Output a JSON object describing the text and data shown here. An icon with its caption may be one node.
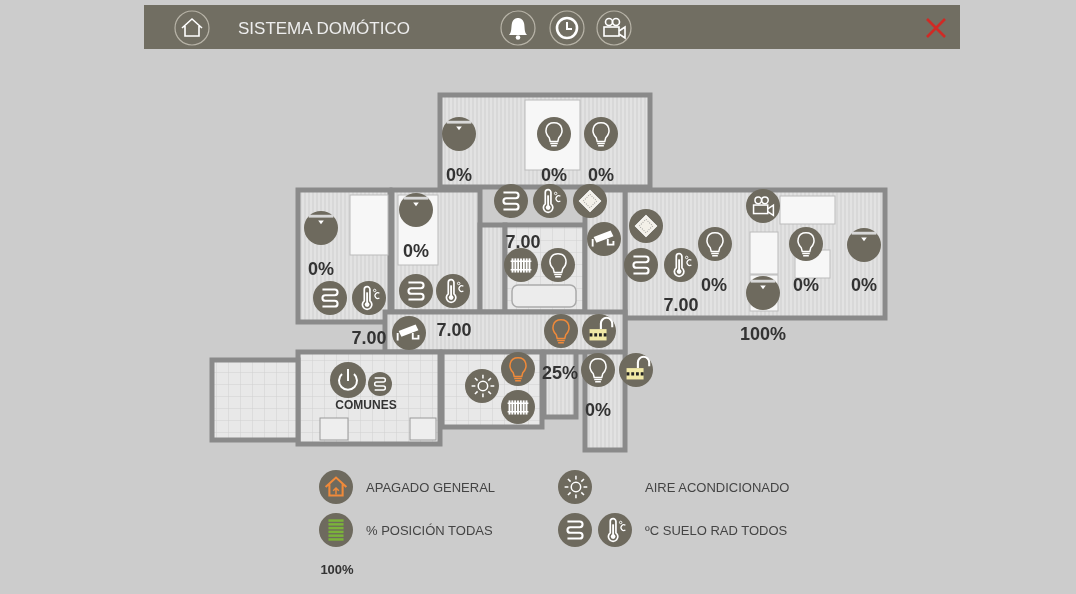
{
  "diagram": {
    "title": "SISTEMA DOMÓTICO",
    "labels": [
      "0%",
      "0%",
      "0%",
      "0%",
      "7.00",
      "0%",
      "0%",
      "0%",
      "0%",
      "7.00",
      "7.00",
      "7.00",
      "100%",
      "25%",
      "COMUNES",
      "0%",
      "100%"
    ],
    "legend": [
      {
        "text": "APAGADO GENERAL"
      },
      {
        "text": "AIRE ACONDICIONADO"
      },
      {
        "text": "% POSICIÓN TODAS"
      },
      {
        "text": "ºC SUELO RAD TODOS"
      }
    ]
  }
}
